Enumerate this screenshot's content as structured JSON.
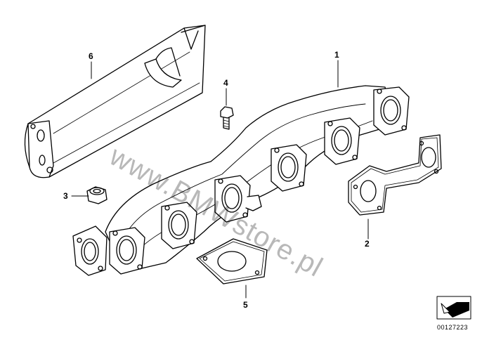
{
  "diagram": {
    "watermark": "www.BMWstore.pl",
    "diagram_number": "00127223",
    "callouts": {
      "exhaust_manifold": "1",
      "gasket_right": "2",
      "nut": "3",
      "bolt": "4",
      "gasket_bottom": "5",
      "heat_shield": "6"
    },
    "icons": {
      "corner_symbol": "arrow-pointer-icon"
    }
  }
}
